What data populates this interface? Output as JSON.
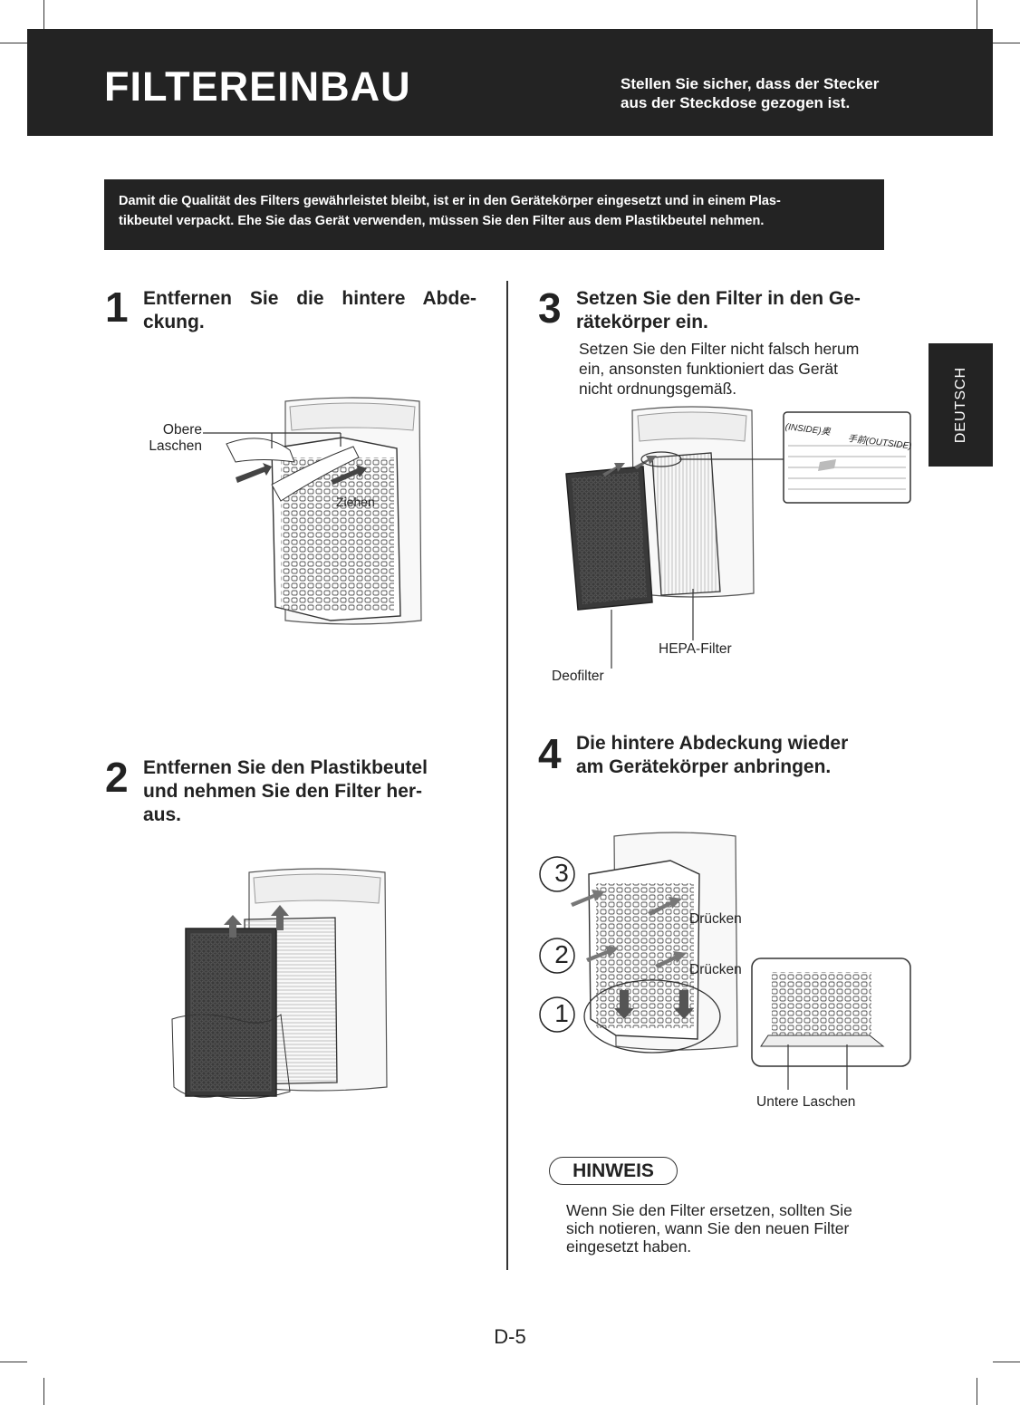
{
  "header": {
    "title": "FILTEREINBAU",
    "note_line1": "Stellen Sie sicher, dass der Stecker",
    "note_line2": "aus der Steckdose gezogen ist."
  },
  "intro": {
    "line1": "Damit die Qualität des Filters gewährleistet bleibt, ist er in den Gerätekörper eingesetzt und in einem Plas-",
    "line2": "tikbeutel verpackt. Ehe Sie das Gerät verwenden, müssen Sie den Filter aus dem Plastikbeutel nehmen."
  },
  "side_tab": {
    "label": "DEUTSCH"
  },
  "steps": [
    {
      "number": "1",
      "title_line1": "Entfernen Sie die hintere Abde-",
      "title_line2": "ckung.",
      "callouts": {
        "upper_tabs_line1": "Obere",
        "upper_tabs_line2": "Laschen",
        "pull": "Ziehen"
      }
    },
    {
      "number": "2",
      "title_line1": "Entfernen Sie den Plastikbeutel",
      "title_line2": "und nehmen Sie den Filter her-",
      "title_line3": "aus."
    },
    {
      "number": "3",
      "title_line1": "Setzen Sie den Filter in den Ge-",
      "title_line2": "rätekörper ein.",
      "desc_line1": "Setzen Sie den Filter nicht falsch herum",
      "desc_line2": "ein, ansonsten funktioniert das Gerät",
      "desc_line3": "nicht ordnungsgemäß.",
      "callouts": {
        "hepa": "HEPA-Filter",
        "deo": "Deofilter",
        "label_inside": "(INSIDE)奥",
        "label_outside": "手前(OUTSIDE)"
      }
    },
    {
      "number": "4",
      "title_line1": "Die hintere Abdeckung wieder",
      "title_line2": "am Gerätekörper anbringen.",
      "callouts": {
        "press1": "Drücken",
        "press2": "Drücken",
        "lower_tabs": "Untere Laschen",
        "order3": "3",
        "order2": "2",
        "order1": "1"
      }
    }
  ],
  "hinweis": {
    "label": "HINWEIS",
    "line1": "Wenn Sie den Filter ersetzen, sollten Sie",
    "line2": "sich notieren, wann Sie den neuen Filter",
    "line3": "eingesetzt haben."
  },
  "page_number": "D-5"
}
